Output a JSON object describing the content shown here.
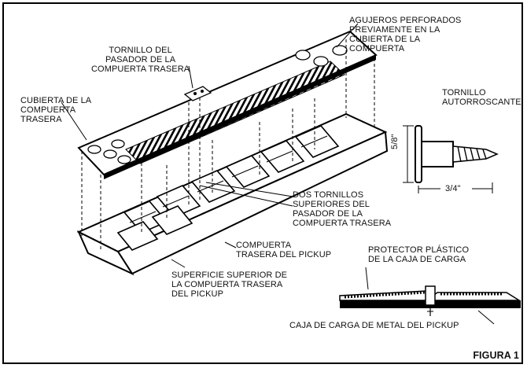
{
  "figure": {
    "title": "FIGURA 1",
    "labels": {
      "holes": [
        "AGUJEROS PERFORADOS",
        "PREVIAMENTE EN LA",
        "CUBIERTA DE LA",
        "COMPUERTA"
      ],
      "latch_screw": [
        "TORNILLO DEL",
        "PASADOR DE LA",
        "COMPUERTA TRASERA"
      ],
      "cover": [
        "CUBIERTA DE LA",
        "COMPUERTA",
        "TRASERA"
      ],
      "self_tapping": [
        "TORNILLO",
        "AUTORROSCANTE"
      ],
      "dim_height": "5/8\"",
      "dim_width": "3/4\"",
      "two_screws": [
        "DOS TORNILLOS",
        "SUPERIORES DEL",
        "PASADOR DE LA",
        "COMPUERTA TRASERA"
      ],
      "tailgate": [
        "COMPUERTA",
        "TRASERA DEL PICKUP"
      ],
      "top_surface": [
        "SUPERFICIE SUPERIOR DE",
        "LA COMPUERTA TRASERA",
        "DEL PICKUP"
      ],
      "protector": [
        "PROTECTOR PLÁSTICO",
        "DE LA CAJA DE CARGA"
      ],
      "metal_box": "CAJA DE CARGA DE METAL DEL PICKUP"
    }
  }
}
